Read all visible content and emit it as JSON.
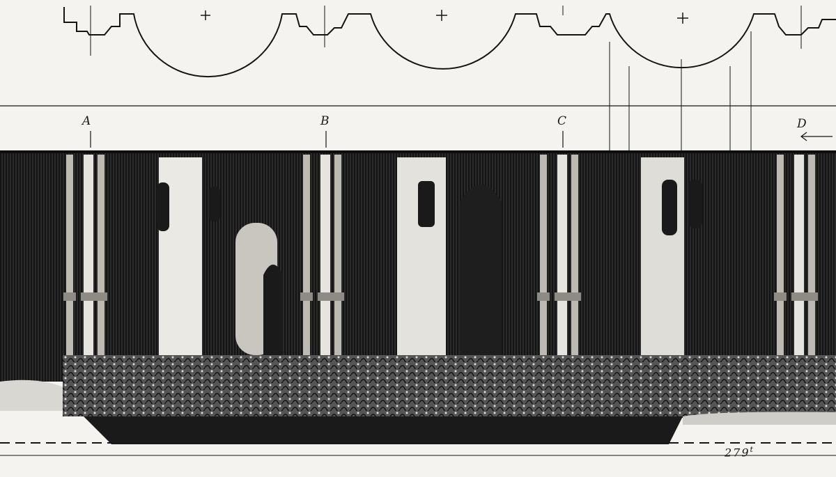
{
  "drawing": {
    "ink_color": "#141414",
    "paper_color": "#f4f3ef",
    "grid_labels": [
      "A",
      "B",
      "C",
      "D"
    ],
    "elevation_mark": "279",
    "elevation_superscript": "t"
  }
}
